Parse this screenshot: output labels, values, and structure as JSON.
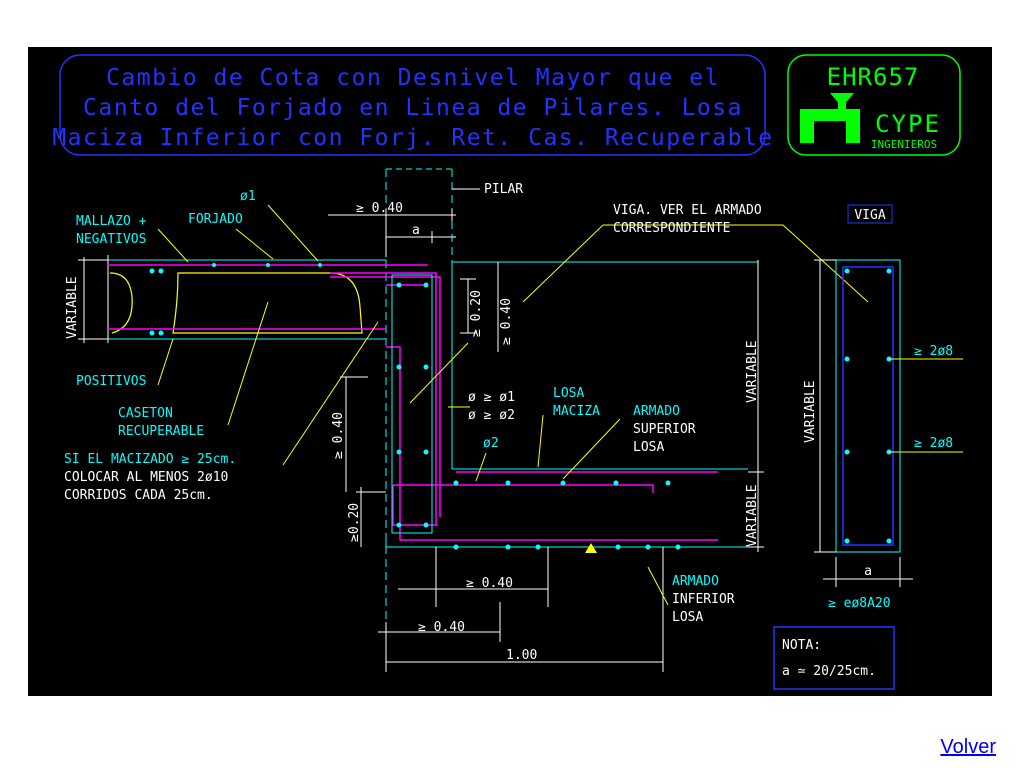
{
  "title": {
    "lines": [
      "Cambio de Cota con Desnivel Mayor que el",
      "Canto del Forjado en Linea de Pilares. Losa",
      "Maciza Inferior con Forj. Ret. Cas. Recuperable"
    ]
  },
  "logo": {
    "code": "EHR657",
    "brand": "CYPE",
    "sub": "INGENIEROS"
  },
  "labels": {
    "pilar": "PILAR",
    "phi1": "ø1",
    "ge040_top": "≥ 0.40",
    "a_top": "a",
    "mallazo1": "MALLAZO +",
    "mallazo2": "NEGATIVOS",
    "forjado": "FORJADO",
    "variable_left": "VARIABLE",
    "positivos": "POSITIVOS",
    "caseton1": "CASETON",
    "caseton2": "RECUPERABLE",
    "note1": "SI EL MACIZADO ≥ 25cm.",
    "note2": "COLOCAR AL MENOS 2ø10",
    "note3": "CORRIDOS CADA 25cm.",
    "ge020_vert": "≥ 0.20",
    "ge040_vert": "≥ 0.40",
    "ge040_left_vert": "≥ 0.40",
    "ge020_left_vert": "≥0.20",
    "phi_ge_phi1": "ø ≥ ø1",
    "phi_ge_phi2": "ø ≥ ø2",
    "losa1": "LOSA",
    "losa2": "MACIZA",
    "phi2": "ø2",
    "armado_sup1": "ARMADO",
    "armado_sup2": "SUPERIOR",
    "armado_sup3": "LOSA",
    "viga_ver1": "VIGA. VER EL ARMADO",
    "viga_ver2": "CORRESPONDIENTE",
    "variable_mid": "VARIABLE",
    "variable_mid2": "VARIABLE",
    "ge040_bottom": "≥ 0.40",
    "ge040_bottom2": "≥ 0.40",
    "dim_100": "1.00",
    "armado_inf1": "ARMADO",
    "armado_inf2": "INFERIOR",
    "armado_inf3": "LOSA"
  },
  "viga_section": {
    "tag": "VIGA",
    "variable": "VARIABLE",
    "bars1": "≥ 2ø8",
    "bars2": "≥ 2ø8",
    "a": "a",
    "stirrups": "≥ eø8A20"
  },
  "nota": {
    "title": "NOTA:",
    "text": "a ≃ 20/25cm."
  },
  "footer": {
    "volver": "Volver"
  },
  "colors": {
    "background": "#000000",
    "cyan": "#00ffff",
    "yellow": "#ffff00",
    "magenta": "#ff00ff",
    "blue": "#2233ff",
    "green": "#00ff00",
    "white": "#ffffff",
    "link": "#0000ee"
  }
}
